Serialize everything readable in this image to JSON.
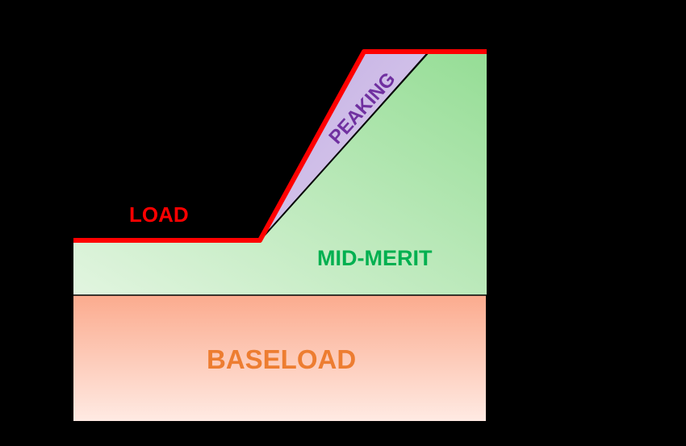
{
  "diagram": {
    "labels": {
      "load": "LOAD",
      "peaking": "PEAKING",
      "mid_merit": "MID-MERIT",
      "baseload": "BASELOAD"
    },
    "colors": {
      "background": "#000000",
      "load_line": "#ff0000",
      "load_text": "#ff0000",
      "peaking_fill": "#c9b6e4",
      "peaking_text": "#7030a0",
      "mid_merit_fill_light": "#e2f5e0",
      "mid_merit_fill_dark": "#95dd95",
      "mid_merit_text": "#00b050",
      "baseload_fill_top": "#fbab8e",
      "baseload_fill_bottom": "#ffeae3",
      "baseload_text": "#ed7d31"
    }
  }
}
